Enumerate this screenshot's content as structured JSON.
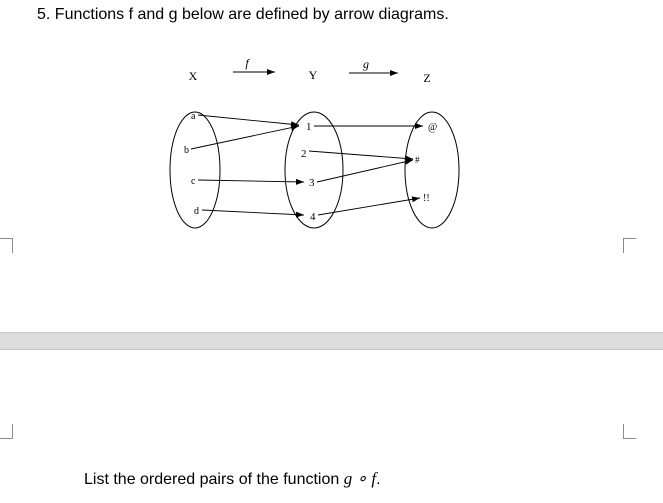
{
  "question": {
    "number": "5.",
    "text": "Functions f and g below are defined by arrow diagrams."
  },
  "diagram": {
    "set_labels": [
      "X",
      "Y",
      "Z"
    ],
    "function_labels": [
      "f",
      "g"
    ],
    "x_elements": [
      "a",
      "b",
      "c",
      "d"
    ],
    "y_elements": [
      "1",
      "2",
      "3",
      "4"
    ],
    "z_elements": [
      "@",
      "#",
      "!!"
    ],
    "f_mapping": [
      [
        "a",
        "1"
      ],
      [
        "b",
        "1"
      ],
      [
        "c",
        "3"
      ],
      [
        "d",
        "4"
      ]
    ],
    "g_mapping": [
      [
        "1",
        "@"
      ],
      [
        "2",
        "#"
      ],
      [
        "3",
        "#"
      ],
      [
        "4",
        "!!"
      ]
    ]
  },
  "prompt": {
    "text": "List the ordered pairs of the function ",
    "expression": "g ∘ f",
    "period": "."
  }
}
